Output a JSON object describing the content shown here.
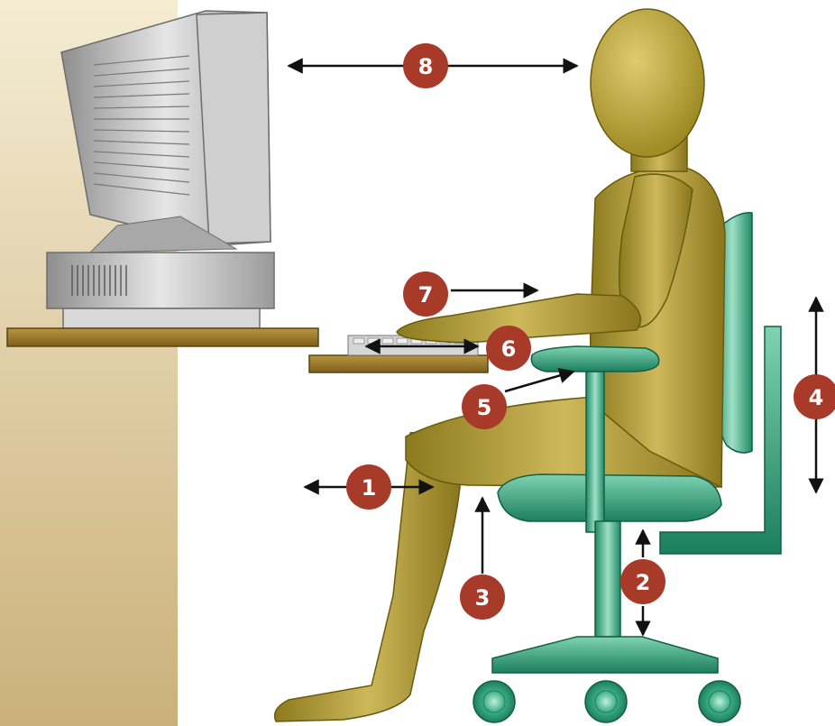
{
  "labels": [
    {
      "id": "1",
      "text": "1"
    },
    {
      "id": "2",
      "text": "2"
    },
    {
      "id": "3",
      "text": "3"
    },
    {
      "id": "4",
      "text": "4"
    },
    {
      "id": "5",
      "text": "5"
    },
    {
      "id": "6",
      "text": "6"
    },
    {
      "id": "7",
      "text": "7"
    },
    {
      "id": "8",
      "text": "8"
    }
  ],
  "colors": {
    "badge": "#a83a2a",
    "arrow": "#111111",
    "wall_top": "#f3ead0",
    "wall_bottom": "#cdb27a",
    "desk": "#9a7a2e",
    "figure": "#b09a2c",
    "chair": "#2f9a7a",
    "monitor": "#bdbdbd"
  }
}
